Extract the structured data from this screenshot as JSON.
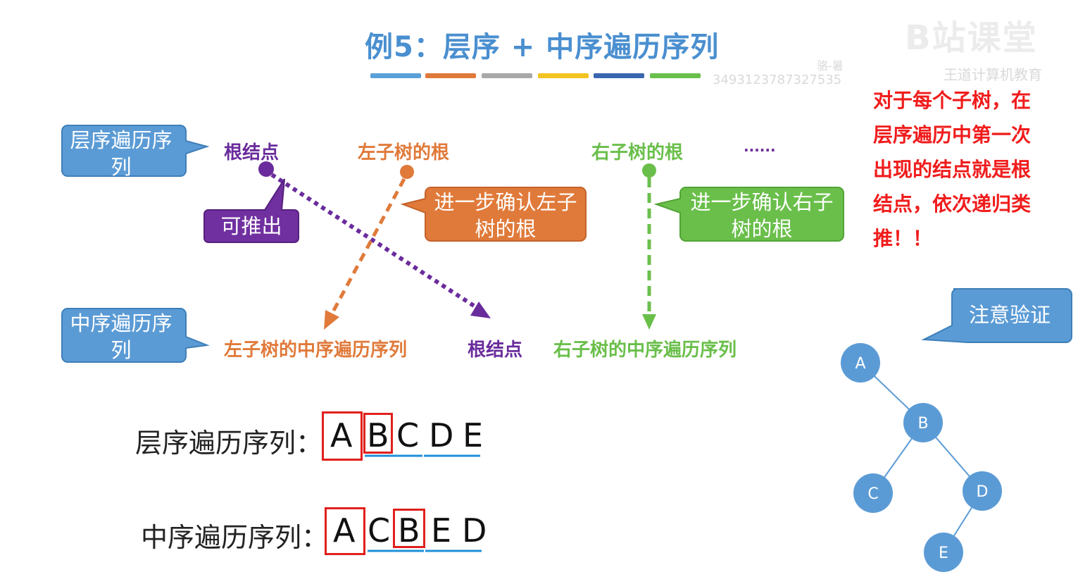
{
  "title": "例5：层序 + 中序遍历序列",
  "colorbar_colors": [
    "#5aa0d8",
    "#e07a3a",
    "#a8a8a8",
    "#f2c422",
    "#3a66b0",
    "#6abf4b"
  ],
  "watermark": {
    "brand": "王道计算机教育",
    "logo_text": "B站课堂",
    "user_name": "骆-暑",
    "user_id": "3493123787327535"
  },
  "callouts": {
    "level_order": "层序遍历序列",
    "in_order": "中序遍历序列",
    "can_deduce": "可推出",
    "confirm_left": "进一步确认左子树的根",
    "confirm_right": "进一步确认右子树的根",
    "verify": "注意验证"
  },
  "level_row": {
    "root": "根结点",
    "left_root": "左子树的根",
    "right_root": "右子树的根",
    "ellipsis": "......"
  },
  "inorder_row": {
    "left_seq": "左子树的中序遍历序列",
    "root": "根结点",
    "right_seq": "右子树的中序遍历序列"
  },
  "colors": {
    "purple": "#6a2c9c",
    "orange": "#e07a3a",
    "green": "#6abf4b",
    "blue_callout": "#5b9bd5",
    "red": "#e0201c",
    "node_blue": "#5b9bd5"
  },
  "sequences": {
    "level_label": "层序遍历序列：",
    "level_letters": [
      "A",
      "B",
      "C",
      "D",
      "E"
    ],
    "inorder_label": "中序遍历序列：",
    "inorder_letters": [
      "A",
      "C",
      "B",
      "E",
      "D"
    ]
  },
  "note": "对于每个子树，在层序遍历中第一次出现的结点就是根结点，依次递归类推！！",
  "tree": {
    "nodes": [
      "A",
      "B",
      "C",
      "D",
      "E"
    ],
    "edges": [
      [
        "A",
        "B"
      ],
      [
        "B",
        "C"
      ],
      [
        "B",
        "D"
      ],
      [
        "D",
        "E"
      ]
    ]
  }
}
